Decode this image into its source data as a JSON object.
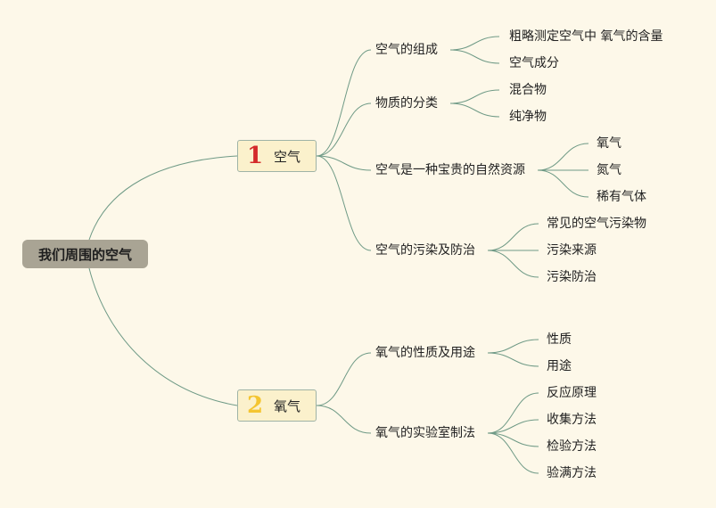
{
  "root": {
    "label": "我们周围的空气"
  },
  "branches": [
    {
      "num": "1",
      "label": "空气",
      "num_color": "#d42a2a"
    },
    {
      "num": "2",
      "label": "氧气",
      "num_color": "#f4c531"
    }
  ],
  "topics": [
    {
      "label": "空气的组成",
      "items": [
        "粗略测定空气中 氧气的含量",
        "空气成分"
      ]
    },
    {
      "label": "物质的分类",
      "items": [
        "混合物",
        "纯净物"
      ]
    },
    {
      "label": "空气是一种宝贵的自然资源",
      "items": [
        "氧气",
        "氮气",
        "稀有气体"
      ]
    },
    {
      "label": "空气的污染及防治",
      "items": [
        "常见的空气污染物",
        "污染来源",
        "污染防治"
      ]
    },
    {
      "label": "氧气的性质及用途",
      "items": [
        "性质",
        "用途"
      ]
    },
    {
      "label": "氧气的实验室制法",
      "items": [
        "反应原理",
        "收集方法",
        "检验方法",
        "验满方法"
      ]
    }
  ],
  "colors": {
    "background": "#fdf8e9",
    "line": "#6f9a86",
    "root_fill": "#a9a494",
    "branch_fill": "#fbf1cc"
  }
}
